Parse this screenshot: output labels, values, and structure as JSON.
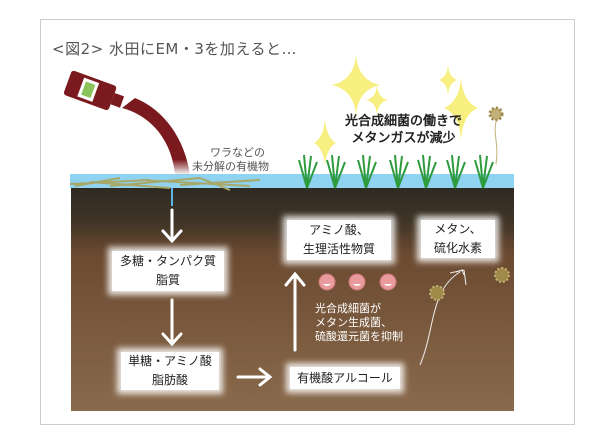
{
  "title": "<図2> 水田にEM・3を加えると…",
  "labels": {
    "straw": [
      "ワラなどの",
      "未分解の有機物"
    ],
    "top_right": [
      "光合成細菌の働きで",
      "メタンガスが減少"
    ],
    "suppress": [
      "光合成細菌が",
      "メタン生成菌、",
      "硫酸還元菌を抑制"
    ]
  },
  "boxes": {
    "polysaccharide": [
      "多糖・タンパク質",
      "脂質"
    ],
    "monosaccharide": [
      "単糖・アミノ酸",
      "脂肪酸"
    ],
    "organic_acid": [
      "有機酸アルコール"
    ],
    "amino_acid": [
      "アミノ酸、",
      "生理活性物質"
    ],
    "methane": [
      "メタン、",
      "硫化水素"
    ]
  },
  "colors": {
    "bottle": "#7a1a1e",
    "water": "#8fd3f0",
    "soil": "#6b4a30",
    "grass": "#2e9b3e",
    "sparkle": "#f7ef80",
    "bacteria_good": "#e89a9c",
    "bacteria_bad": "#a08a4a"
  }
}
